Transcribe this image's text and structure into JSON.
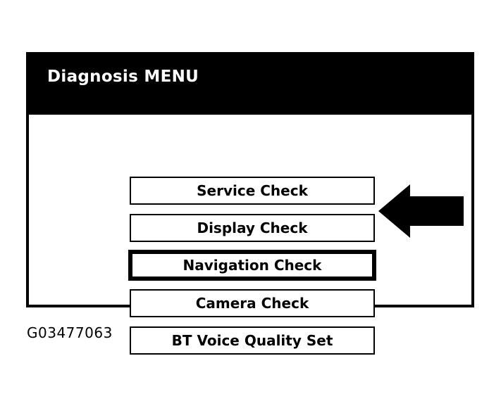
{
  "screen": {
    "title": "Diagnosis MENU",
    "menu_items": [
      {
        "label": "Service Check",
        "selected": false
      },
      {
        "label": "Display Check",
        "selected": false
      },
      {
        "label": "Navigation Check",
        "selected": true
      },
      {
        "label": "Camera Check",
        "selected": false
      },
      {
        "label": "BT Voice Quality Set",
        "selected": false
      }
    ]
  },
  "annotation": {
    "arrow": "left-arrow-pointing-at-navigation-check"
  },
  "caption": {
    "text": "G03477063"
  },
  "colors": {
    "page_background": "#ffffff",
    "frame": "#000000",
    "title_bar": "#000000",
    "title_text": "#ffffff",
    "button_background": "#ffffff",
    "button_border": "#000000",
    "button_text": "#000000",
    "arrow": "#000000",
    "caption_text": "#000000"
  }
}
